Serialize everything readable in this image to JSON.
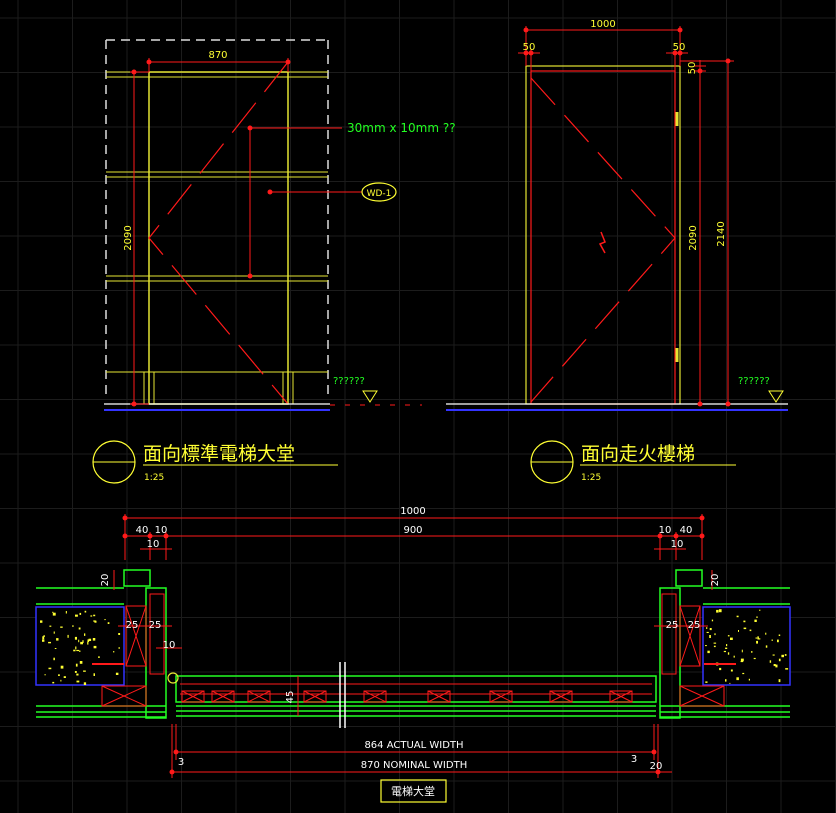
{
  "colors": {
    "background": "#000000",
    "grid": "#1c1c1c",
    "yellow": "#ffff33",
    "red": "#ff1a1a",
    "green": "#22ff22",
    "white": "#ffffff",
    "blue": "#3333ff",
    "dash": "#cccccc"
  },
  "left_elevation": {
    "width_dim": "870",
    "height_dim": "2090",
    "note": "30mm x 10mm ??",
    "tag": "WD-1",
    "level_mark": "??????",
    "title": "面向標準電梯大堂",
    "scale": "1:25"
  },
  "right_elevation": {
    "width_dim": "1000",
    "left_frame_dim": "50",
    "right_frame_dim": "50",
    "top_frame_dim": "50",
    "inner_height_dim": "2090",
    "outer_height_dim": "2140",
    "level_mark": "??????",
    "title": "面向走火樓梯",
    "scale": "1:25"
  },
  "plan_section": {
    "overall_dim": "1000",
    "left_dims": [
      "40",
      "10"
    ],
    "right_dims": [
      "10",
      "40"
    ],
    "center_dim": "900",
    "left_small": "10",
    "right_small": "10",
    "left_top": "20",
    "right_top": "20",
    "left_25a": "25",
    "left_25b": "25",
    "right_25a": "25",
    "right_25b": "25",
    "left_gap": "10",
    "thickness": "45",
    "actual_width": "864  ACTUAL  WIDTH",
    "nominal_width": "870  NOMINAL  WIDTH",
    "left_offset": "3",
    "right_offset": "3",
    "right_end": "20",
    "label": "電梯大堂"
  }
}
